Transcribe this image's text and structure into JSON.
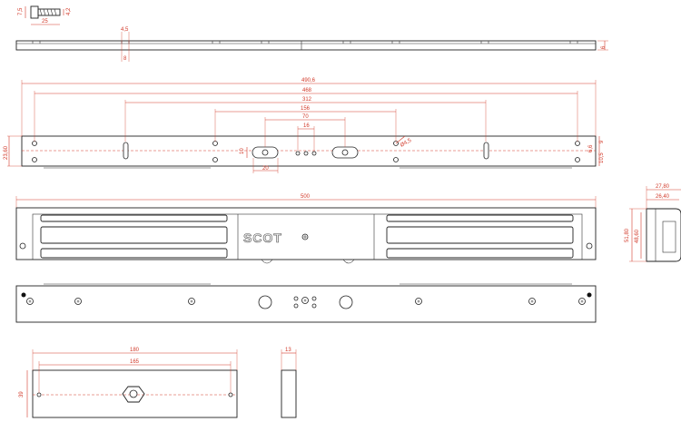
{
  "screw": {
    "len": "25",
    "d_left": "7,5",
    "d_right": "4,2"
  },
  "side_strip": {
    "top": "4,5",
    "bottom": "8",
    "end": "6"
  },
  "plate": {
    "overall": "490,6",
    "holes_outer": "468",
    "slots": "312",
    "mid_holes": "156",
    "mid_span": "70",
    "small_pitch": "16",
    "slot_height": "10",
    "slot_width": "20",
    "hole_dia": "Ø4,5",
    "height_left": "23,60",
    "right_a": "10,5",
    "right_b": "9",
    "right_c": "6,6"
  },
  "magnet": {
    "length": "500",
    "brand": "SCOT"
  },
  "end_view": {
    "w_outer": "27,80",
    "w_inner": "26,40",
    "h_outer": "51,80",
    "h_inner": "48,60"
  },
  "armature": {
    "length": "180",
    "holes": "165",
    "height": "39",
    "thickness": "13"
  }
}
